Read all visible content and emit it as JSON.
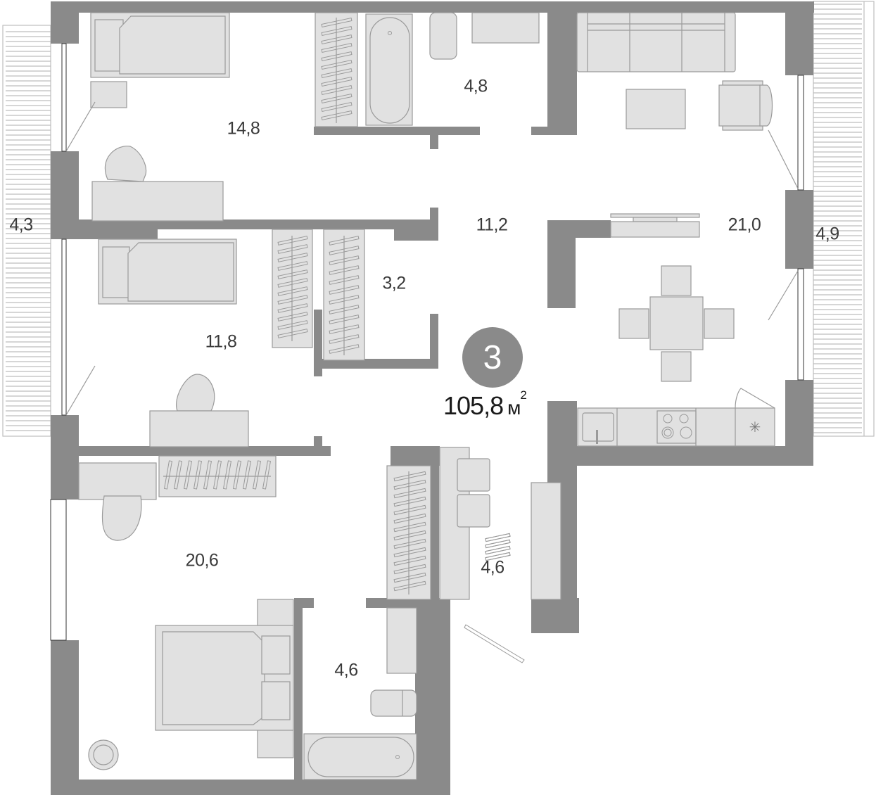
{
  "plan": {
    "rooms_count": "3",
    "total_area": "105,8",
    "total_unit": "м",
    "total_unit_sup": "2",
    "colors": {
      "wall": "#8a8a8a",
      "furniture": "#e1e1e1",
      "furniture_stroke": "#9a9a9a",
      "text": "#3a3a3a",
      "badge": "#8a8a8a"
    },
    "rooms": [
      {
        "name": "bedroom-top-left",
        "area": "14,8"
      },
      {
        "name": "bathroom-top",
        "area": "4,8"
      },
      {
        "name": "hallway",
        "area": "11,2"
      },
      {
        "name": "living-kitchen",
        "area": "21,0"
      },
      {
        "name": "bedroom-middle",
        "area": "11,8"
      },
      {
        "name": "wardrobe",
        "area": "3,2"
      },
      {
        "name": "master-bedroom",
        "area": "20,6"
      },
      {
        "name": "entrance-hall",
        "area": "4,6"
      },
      {
        "name": "bathroom-bottom",
        "area": "4,6"
      }
    ],
    "balconies": [
      {
        "name": "balcony-left",
        "area": "4,3"
      },
      {
        "name": "balcony-right",
        "area": "4,9"
      }
    ]
  }
}
